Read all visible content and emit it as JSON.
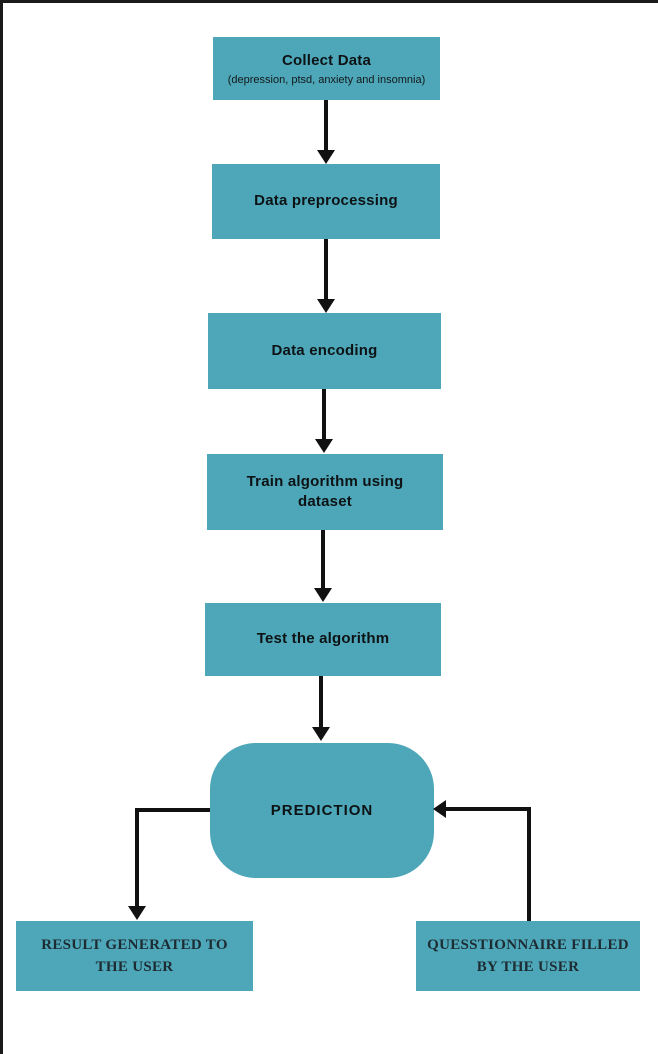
{
  "page": {
    "background": "#ffffff",
    "border_color": "#1b1b1b"
  },
  "colors": {
    "box_fill": "#4DA7B8",
    "arrow": "#111111",
    "step_text": "#0d1215",
    "output_text": "#1d2b33"
  },
  "steps": [
    {
      "title": "Collect Data",
      "subtitle": "(depression, ptsd, anxiety and insomnia)"
    },
    {
      "title": "Data preprocessing"
    },
    {
      "title": "Data encoding"
    },
    {
      "title": "Train algorithm using dataset"
    },
    {
      "title": "Test the algorithm"
    }
  ],
  "prediction": {
    "label": "PREDICTION"
  },
  "outputs": {
    "result": "RESULT GENERATED TO THE USER",
    "questionnaire": "QUESSTIONNAIRE FILLED BY THE USER"
  }
}
